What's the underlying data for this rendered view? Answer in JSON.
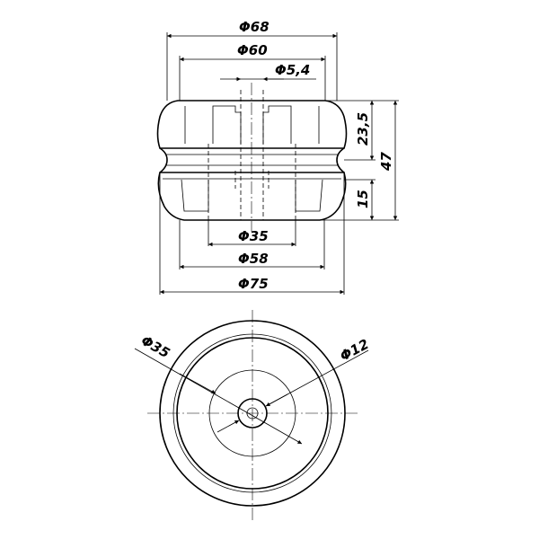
{
  "drawing": {
    "side_view": {
      "dim_d68": "Φ68",
      "dim_d60": "Φ60",
      "dim_d5_4": "Φ5,4",
      "dim_23_5": "23,5",
      "dim_47": "47",
      "dim_15": "15",
      "dim_d35": "Φ35",
      "dim_d58": "Φ58",
      "dim_d75": "Φ75"
    },
    "top_view": {
      "dim_d35": "Φ35",
      "dim_d12": "Φ12"
    }
  },
  "colors": {
    "line": "#000000",
    "background": "#ffffff"
  }
}
